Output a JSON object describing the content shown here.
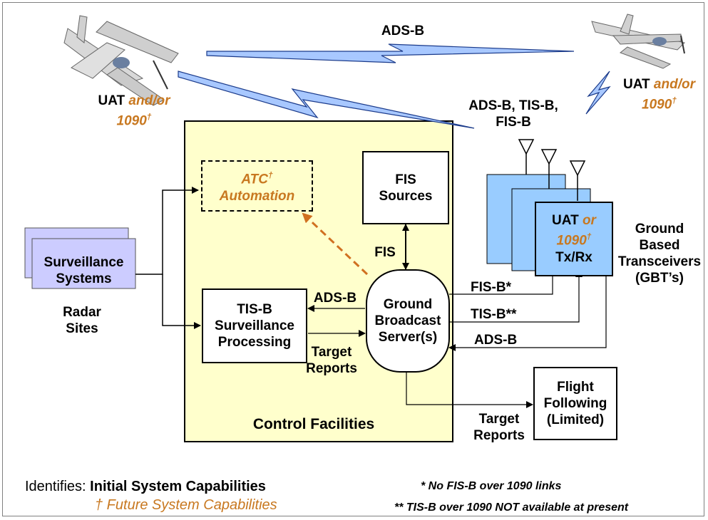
{
  "links": {
    "adsb_top": "ADS-B",
    "uat_left_1": "UAT",
    "uat_left_and": "and/or",
    "uat_left_1090": "1090",
    "uat_right_1": "UAT",
    "uat_right_and": "and/or",
    "uat_right_1090": "1090",
    "dagger": "†",
    "ground_links_line1": "ADS-B, TIS-B,",
    "ground_links_line2": "FIS-B"
  },
  "boxes": {
    "atc_line1": "ATC",
    "atc_line2": "Automation",
    "fis_sources_line1": "FIS",
    "fis_sources_line2": "Sources",
    "surveillance_line1": "Surveillance",
    "surveillance_line2": "Systems",
    "radar_line1": "Radar",
    "radar_line2": "Sites",
    "tisb_line1": "TIS-B",
    "tisb_line2": "Surveillance",
    "tisb_line3": "Processing",
    "gbs_line1": "Ground",
    "gbs_line2": "Broadcast",
    "gbs_line3": "Server(s)",
    "uat_box_line1": "UAT",
    "uat_box_or": "or",
    "uat_box_line2": "1090",
    "uat_box_line3": "Tx/Rx",
    "gbt_line1": "Ground",
    "gbt_line2": "Based",
    "gbt_line3": "Transceivers",
    "gbt_line4": "(GBT’s)",
    "flight_line1": "Flight",
    "flight_line2": "Following",
    "flight_line3": "(Limited)",
    "control_facilities": "Control Facilities"
  },
  "arrows": {
    "fis": "FIS",
    "adsb_inner": "ADS-B",
    "target_reports_1_line1": "Target",
    "target_reports_1_line2": "Reports",
    "fisb": "FIS-B*",
    "tisb": "TIS-B**",
    "adsb_ground": "ADS-B",
    "target_reports_2_line1": "Target",
    "target_reports_2_line2": "Reports"
  },
  "legend": {
    "identifies": "Identifies:",
    "initial": "Initial System Capabilities",
    "future": "† Future System Capabilities",
    "note1": "* No FIS-B over 1090 links",
    "note2": "** TIS-B over 1090 NOT available at present"
  },
  "colors": {
    "future_orange": "#C87820",
    "control_facilities_fill": "#FFFFCC",
    "gbt_fill": "#99CCFF",
    "surveillance_fill": "#CCCCFF",
    "lightning_fill": "#A8C8FF"
  },
  "icons": {
    "aircraft_left": "airplane-icon",
    "aircraft_right": "airplane-icon",
    "antenna": "antenna-icon",
    "datalink": "lightning-bolt-icon"
  }
}
